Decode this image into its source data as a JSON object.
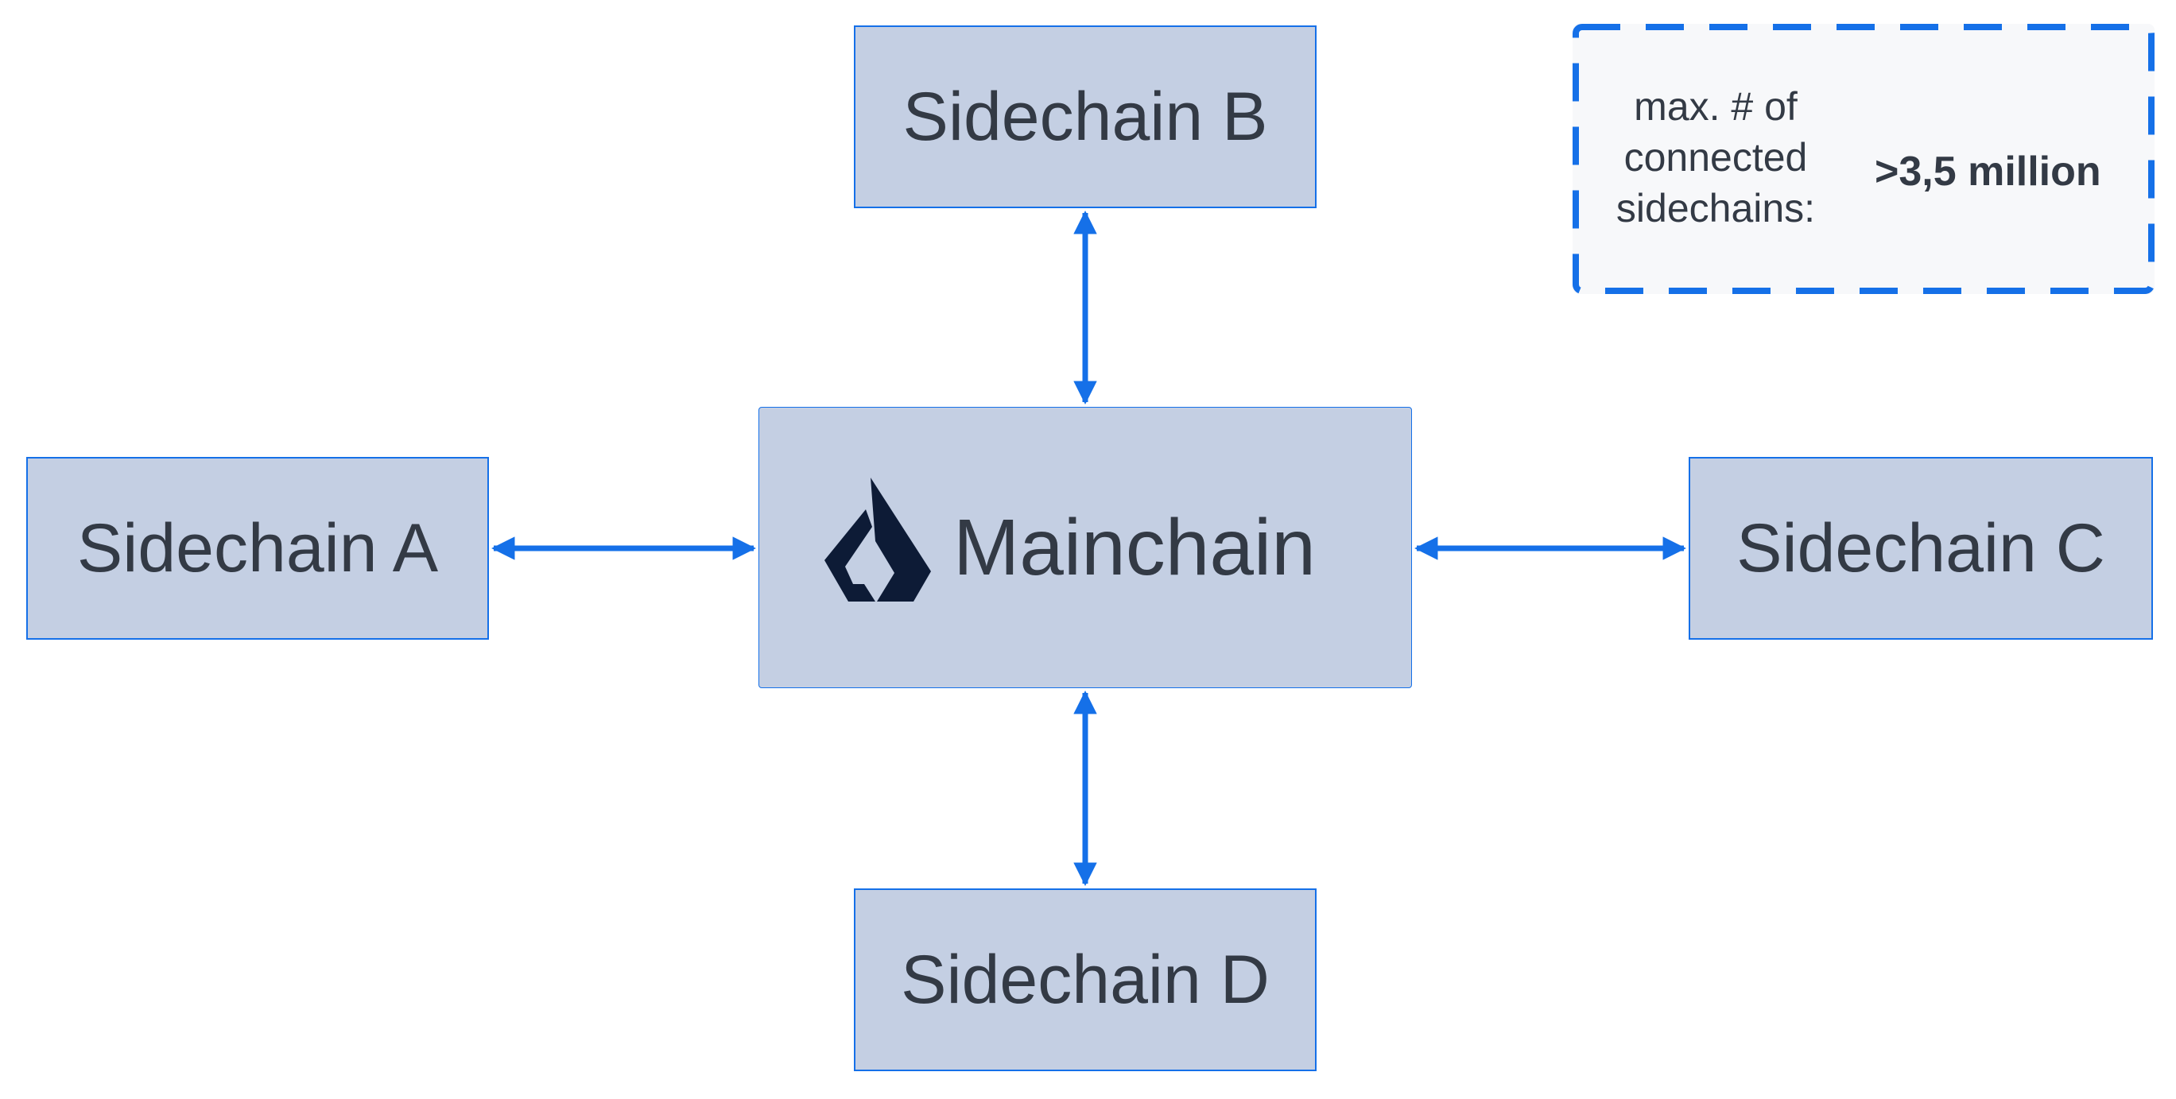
{
  "nodes": {
    "sidechain_a": "Sidechain A",
    "sidechain_b": "Sidechain B",
    "sidechain_c": "Sidechain C",
    "sidechain_d": "Sidechain D",
    "mainchain": "Mainchain"
  },
  "logo": {
    "icon": "lisk-logo-icon",
    "color": "#0d1b36"
  },
  "stat": {
    "label": "max. # of connected sidechains:",
    "value": ">3,5 million"
  },
  "colors": {
    "accent": "#1570e8",
    "box_fill": "#c4cfe3",
    "text": "#333a45",
    "stat_fill": "#f7f8fa"
  },
  "connections": [
    {
      "from": "Mainchain",
      "to": "Sidechain A",
      "bidirectional": true
    },
    {
      "from": "Mainchain",
      "to": "Sidechain B",
      "bidirectional": true
    },
    {
      "from": "Mainchain",
      "to": "Sidechain C",
      "bidirectional": true
    },
    {
      "from": "Mainchain",
      "to": "Sidechain D",
      "bidirectional": true
    }
  ]
}
